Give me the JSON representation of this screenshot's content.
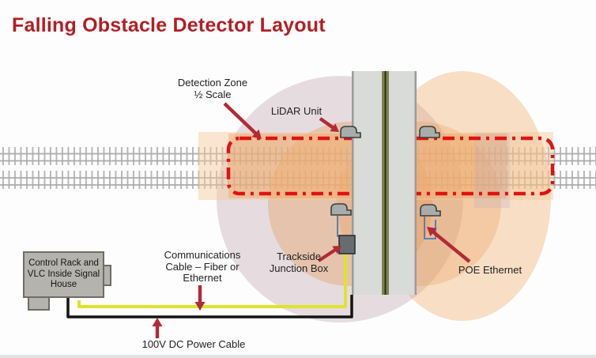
{
  "title": "Falling Obstacle Detector Layout",
  "labels": {
    "detection_zone_line1": "Detection Zone",
    "detection_zone_line2": "½ Scale",
    "lidar_unit": "LiDAR Unit",
    "trackside_line1": "Trackside",
    "trackside_line2": "Junction Box",
    "poe_ethernet": "POE Ethernet",
    "comms_line1": "Communications",
    "comms_line2": "Cable – Fiber or",
    "comms_line3": "Ethernet",
    "power_cable": "100V DC Power Cable",
    "control_box_line1": "Control Rack and",
    "control_box_line2": "VLC Inside Signal",
    "control_box_line3": "House"
  },
  "colors": {
    "title_red": "#b01f24",
    "arrow_red": "#b22a35",
    "detection_zone_red": "#e01212",
    "comm_cable_yellow": "#e0e32c",
    "power_cable_black": "#141414",
    "poe_cable_blue": "#4a7ab5",
    "road_gray": "#d9dbd9",
    "road_stripe_olive": "#7f8250",
    "track_gray": "#b6b6b6"
  }
}
